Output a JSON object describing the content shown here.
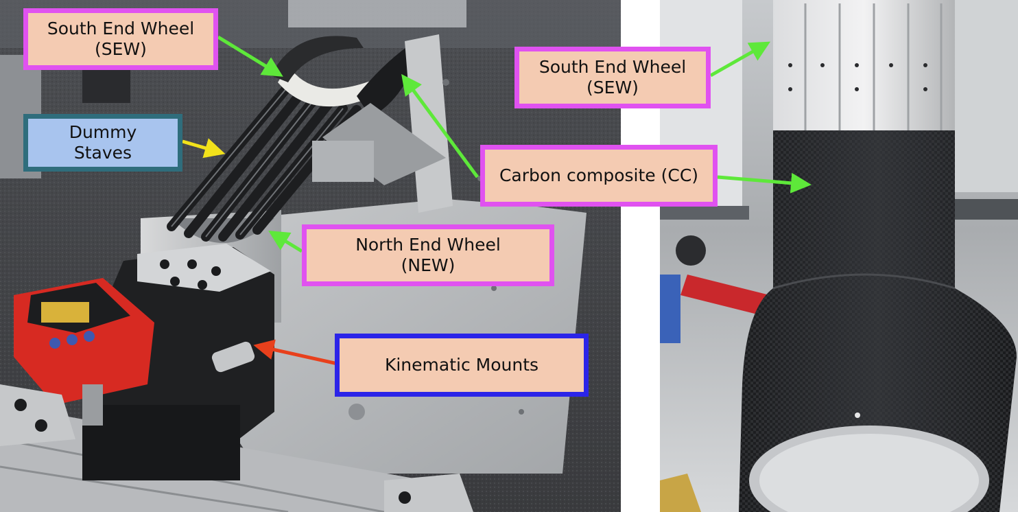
{
  "labels": {
    "left_sew": "South End Wheel\n(SEW)",
    "dummy_staves": "Dummy\nStaves",
    "north_end_wheel": "North End Wheel\n(NEW)",
    "kinematic_mounts": "Kinematic Mounts",
    "carbon_composite": "Carbon composite (CC)",
    "right_sew": "South End Wheel\n(SEW)"
  },
  "colors": {
    "callout_fill": "#f4cbb2",
    "callout_border_magenta": "#e052f0",
    "callout_fill_blue": "#a8c4ee",
    "callout_border_teal": "#2f6d7c",
    "callout_border_navy": "#2b24e8",
    "arrow_green": "#5ee83a",
    "arrow_yellow": "#f2e21b",
    "arrow_red": "#e8401c"
  }
}
